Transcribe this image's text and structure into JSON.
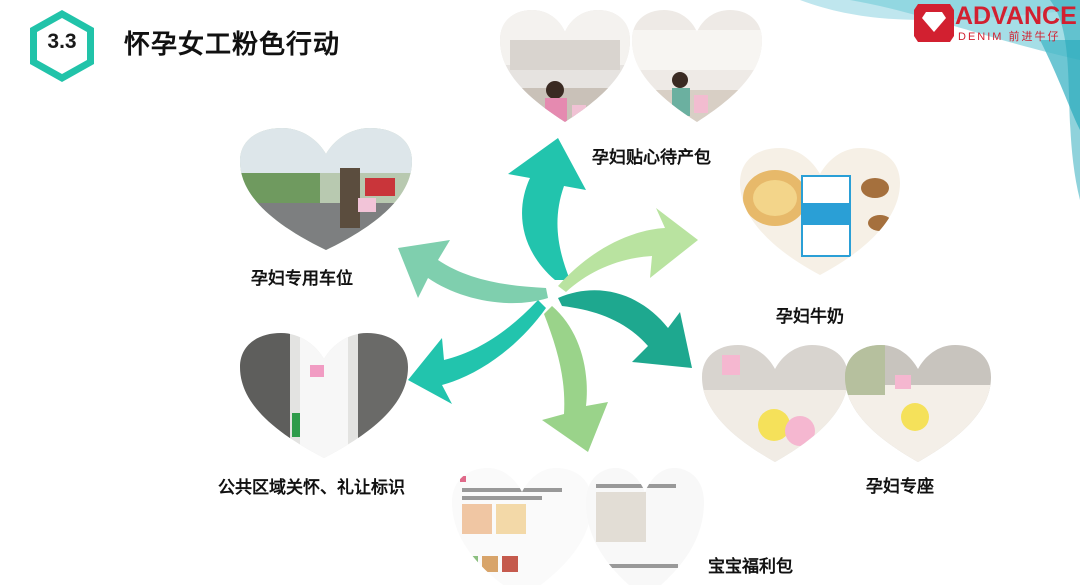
{
  "section": {
    "number": "3.3",
    "title": "怀孕女工粉色行动"
  },
  "logo": {
    "brand": "ADVANCE",
    "sub": "DENIM 前进牛仔"
  },
  "items": [
    {
      "label": "孕妇贴心待产包",
      "icon": "gift-bag-photo"
    },
    {
      "label": "孕妇专用车位",
      "icon": "parking-photo"
    },
    {
      "label": "孕妇牛奶",
      "icon": "milk-photo"
    },
    {
      "label": "公共区域关怀、礼让标识",
      "icon": "sign-photo"
    },
    {
      "label": "孕妇专座",
      "icon": "seat-photo"
    },
    {
      "label": "宝宝福利包",
      "icon": "baby-gift-photo"
    }
  ],
  "colors": {
    "teal": "#1fbfa8",
    "tealDark": "#18a88f",
    "mint": "#8fd0a8",
    "lightGreen": "#b9e3a0",
    "accent": "#d22030"
  }
}
